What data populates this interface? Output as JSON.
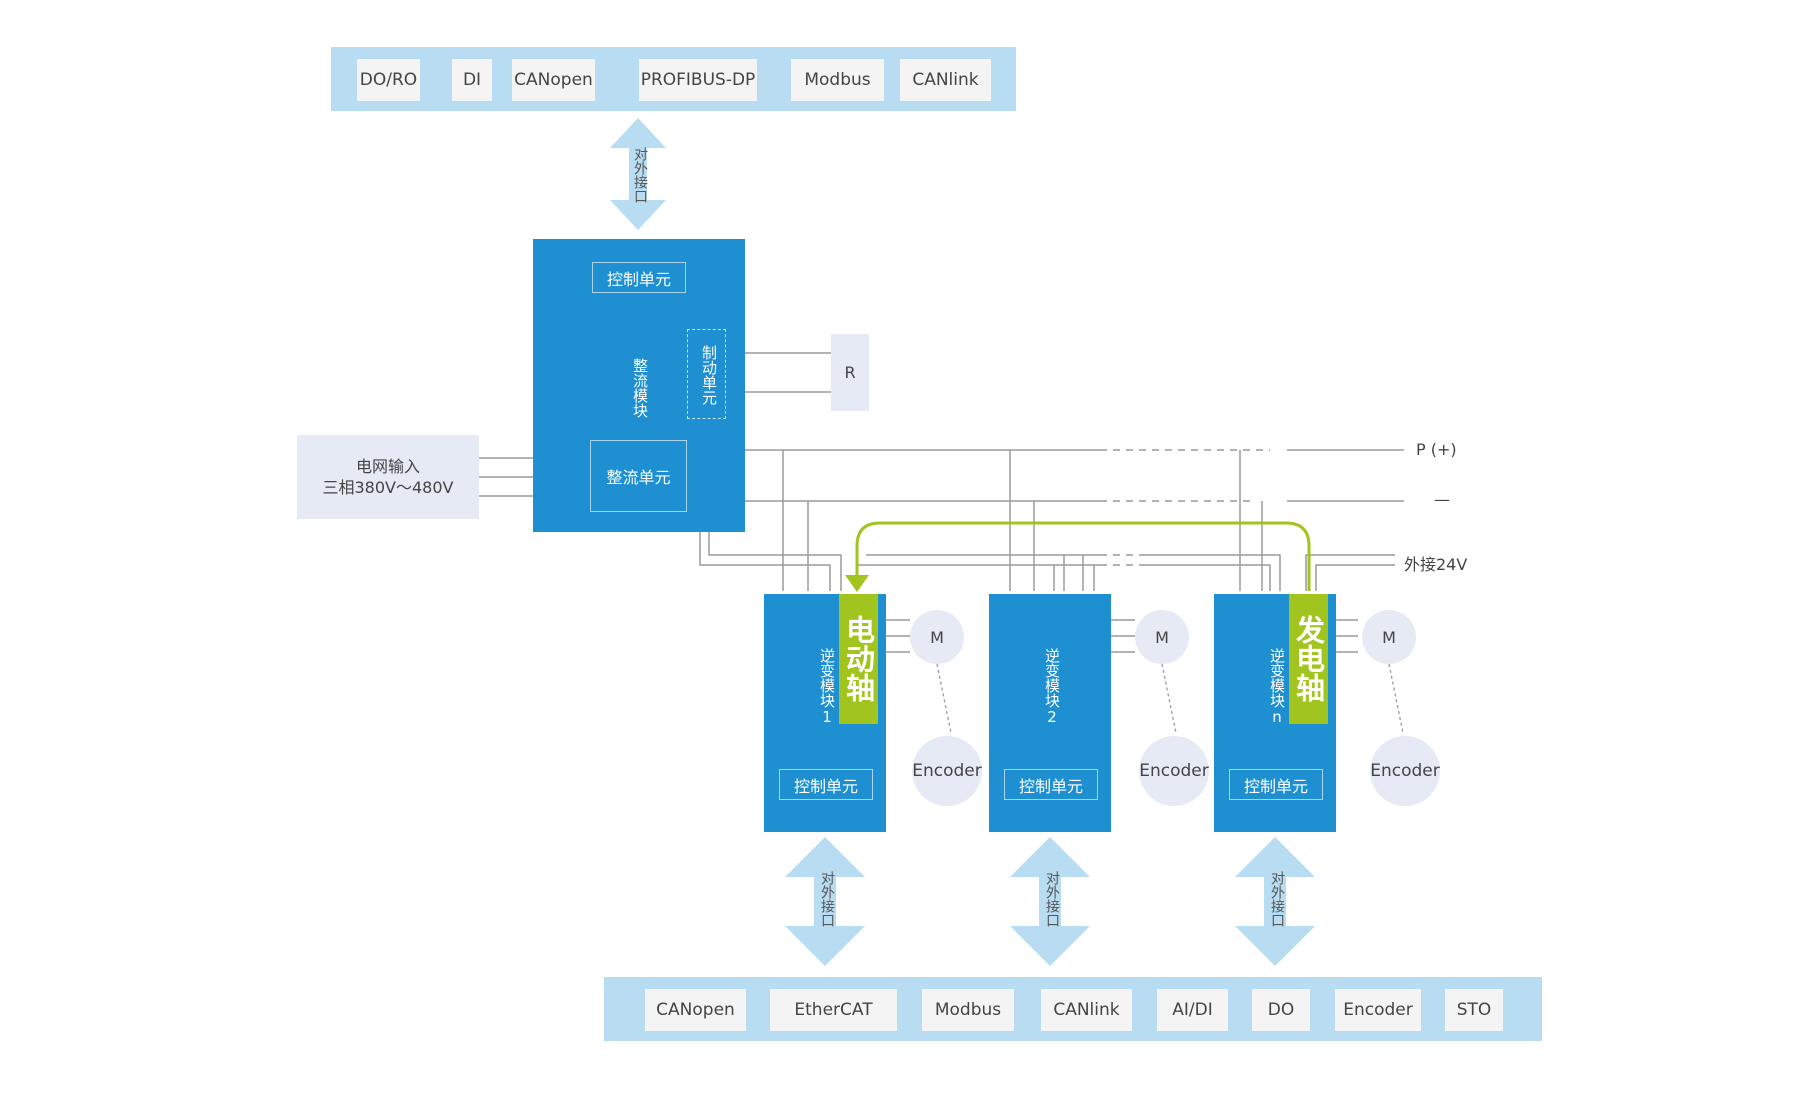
{
  "top_interfaces": {
    "items": [
      "DO/RO",
      "DI",
      "CANopen",
      "PROFIBUS-DP",
      "Modbus",
      "CANlink"
    ]
  },
  "bottom_interfaces": {
    "items": [
      "CANopen",
      "EtherCAT",
      "Modbus",
      "CANlink",
      "AI/DI",
      "DO",
      "Encoder",
      "STO"
    ]
  },
  "arrow_label": "对外接口",
  "rectifier_module": {
    "title": "整流模块",
    "control_unit": "控制单元",
    "brake_unit": "制动单元",
    "rectifier_unit": "整流单元"
  },
  "resistor": "R",
  "grid_input": {
    "line1": "电网输入",
    "line2": "三相380V～480V"
  },
  "bus": {
    "positive": "P (+)",
    "negative": "—",
    "external_24v": "外接24V"
  },
  "inverters": [
    {
      "title": "逆变模块1",
      "control_unit": "控制单元",
      "axis_label": "电动轴",
      "motor": "M",
      "encoder": "Encoder"
    },
    {
      "title": "逆变模块2",
      "control_unit": "控制单元",
      "axis_label": "",
      "motor": "M",
      "encoder": "Encoder"
    },
    {
      "title": "逆变模块n",
      "control_unit": "控制单元",
      "axis_label": "发电轴",
      "motor": "M",
      "encoder": "Encoder"
    }
  ],
  "colors": {
    "module_blue": "#1e90d2",
    "interface_bar": "#b8dcf1",
    "axis_green": "#a2c41e",
    "wire_gray": "#9a9a9a"
  }
}
